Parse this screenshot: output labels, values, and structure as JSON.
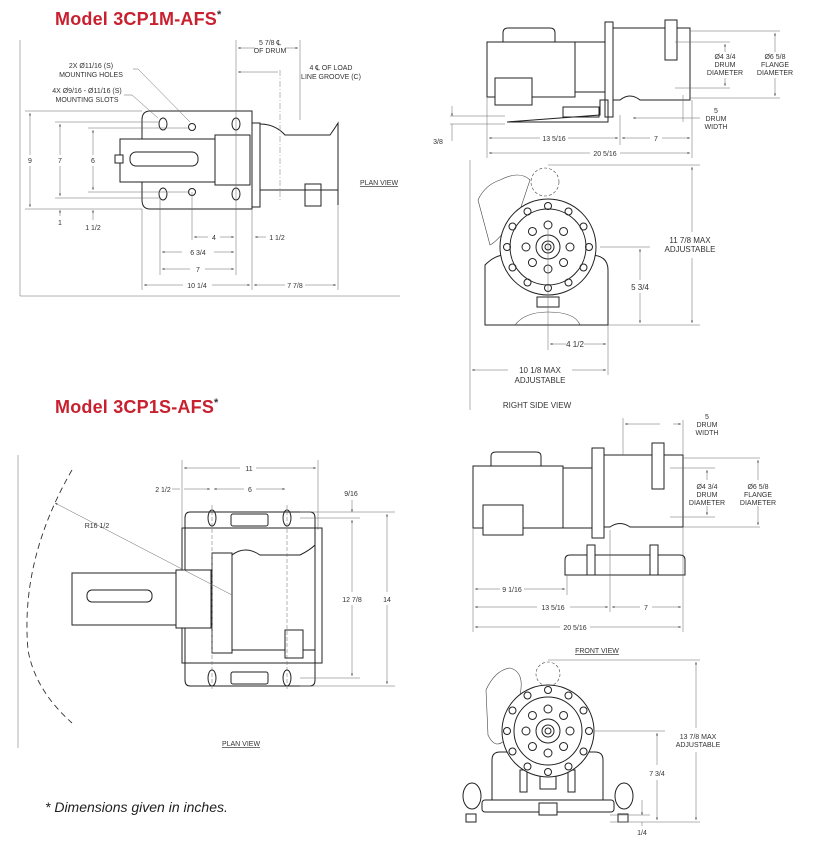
{
  "models": [
    {
      "title": "Model 3CP1M-AFS",
      "asterisk": "*",
      "plan_view": {
        "label": "PLAN VIEW",
        "callouts": {
          "holes_line1": "2X Ø11/16 (S)",
          "holes_line2": "MOUNTING HOLES",
          "slots_line1": "4X Ø9/16 - Ø11/16 (S)",
          "slots_line2": "MOUNTING SLOTS",
          "drum_cl_line1": "5 7/8 ℄",
          "drum_cl_line2": "OF DRUM",
          "groove_line1": "4 ℄ OF LOAD",
          "groove_line2": "LINE GROOVE (C)"
        },
        "dims": {
          "h9": "9",
          "h7": "7",
          "h6": "6",
          "h1": "1",
          "h1_1_2": "1 1/2",
          "w4": "4",
          "w1_1_2": "1 1/2",
          "w6_3_4": "6 3/4",
          "w7": "7",
          "w10_1_4": "10 1/4",
          "w7_7_8": "7 7/8"
        }
      },
      "side_view": {
        "drum_dia": [
          "Ø4 3/4",
          "DRUM",
          "DIAMETER"
        ],
        "flange_dia": [
          "Ø6 5/8",
          "FLANGE",
          "DIAMETER"
        ],
        "drum_width": [
          "5",
          "DRUM",
          "WIDTH"
        ],
        "dims": {
          "base": "3/8",
          "a": "13 5/16",
          "b": "7",
          "total": "20 5/16"
        }
      },
      "right_side_view": {
        "label": "RIGHT SIDE VIEW",
        "height_max": [
          "11 7/8 MAX",
          "ADJUSTABLE"
        ],
        "center_height": "5 3/4",
        "half_width": "4 1/2",
        "width_max": [
          "10 1/8 MAX",
          "ADJUSTABLE"
        ]
      }
    },
    {
      "title": "Model 3CP1S-AFS",
      "asterisk": "*",
      "plan_view": {
        "label": "PLAN VIEW",
        "dims": {
          "w11": "11",
          "w2_1_2": "2 1/2",
          "w6": "6",
          "h9_16": "9/16",
          "h12_7_8": "12 7/8",
          "h14": "14",
          "radius": "R16 1/2"
        }
      },
      "front_view": {
        "label": "FRONT VIEW",
        "drum_width": [
          "5",
          "DRUM",
          "WIDTH"
        ],
        "drum_dia": [
          "Ø4 3/4",
          "DRUM",
          "DIAMETER"
        ],
        "flange_dia": [
          "Ø6 5/8",
          "FLANGE",
          "DIAMETER"
        ],
        "dims": {
          "a": "9 1/16",
          "b": "13 5/16",
          "c": "7",
          "total": "20 5/16"
        }
      },
      "end_view": {
        "height_max": [
          "13 7/8 MAX",
          "ADJUSTABLE"
        ],
        "center_height": "7 3/4",
        "base": "1/4"
      }
    }
  ],
  "footnote": "* Dimensions given in inches.",
  "colors": {
    "title": "#c8202f"
  }
}
